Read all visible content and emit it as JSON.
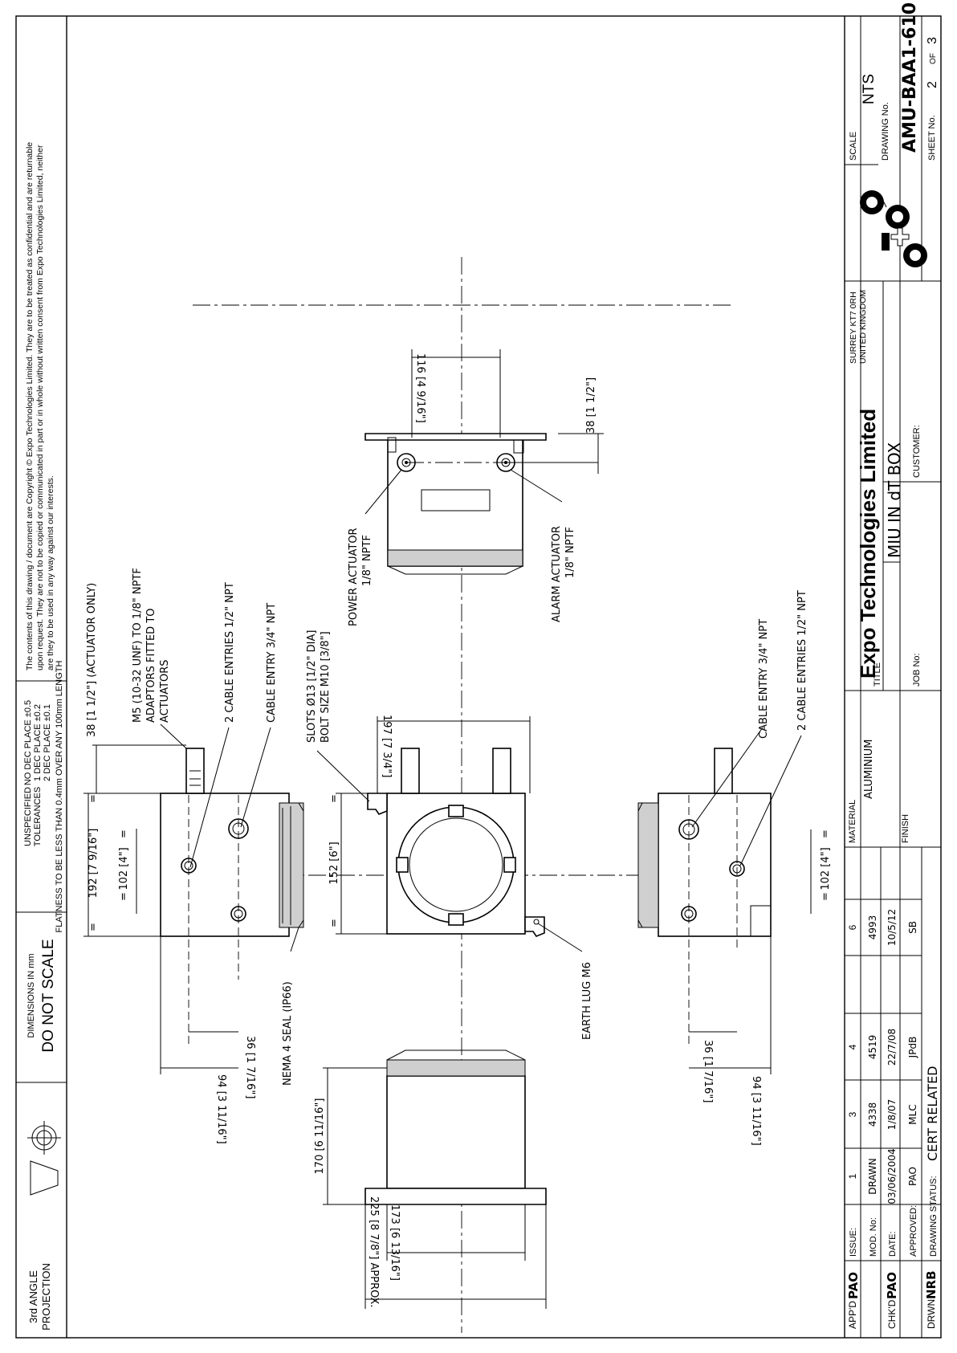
{
  "notes": {
    "projection": [
      "3rd ANGLE",
      "PROJECTION"
    ],
    "dimensions_unit": "DIMENSIONS IN mm",
    "do_not_scale": "DO NOT SCALE",
    "tol_unspecified": "UNSPECIFIED",
    "tol_tolerances": "TOLERANCES",
    "tol_rows": [
      "NO DEC PLACE ±0.5",
      "1 DEC PLACE ±0.2",
      "2 DEC PLACE ±0.1"
    ],
    "flatness": "FLATNESS TO BE LESS THAN 0.4mm OVER ANY 100mm LENGTH",
    "copyright_lines": [
      "The contents of this drawing / document are Copyright © Expo Technologies Limited.  They are to be treated as confidential and are returnable",
      "upon request.  They are not to be copied or communicated in part or in whole without written consent from Expo Technologies Limited, neither",
      "are they to be used in any way against our interests."
    ]
  },
  "annotations": {
    "dim_38_actuator": "38 [1 1/2\"]  (ACTUATOR ONLY)",
    "m5_adaptor": [
      "M5 (10-32 UNF) TO 1/8\" NPTF",
      "ADAPTORS FITTED TO",
      "ACTUATORS"
    ],
    "two_cable_entries_top": "2 CABLE ENTRIES 1/2\" NPT",
    "cable_entry_top": "CABLE ENTRY 3/4\" NPT",
    "slots": [
      "SLOTS Ø13 [1/2\" DIA]",
      "BOLT SIZE M10 [3/8\"]"
    ],
    "power_actuator": [
      "POWER ACTUATOR",
      "1/8\" NPTF"
    ],
    "alarm_actuator": [
      "ALARM ACTUATOR",
      "1/8\" NPTF"
    ],
    "cable_entry_bottom": "CABLE ENTRY 3/4\" NPT",
    "two_cable_entries_bottom": "2 CABLE ENTRIES 1/2\" NPT",
    "earth_lug": "EARTH LUG M6",
    "nema_seal": "NEMA 4 SEAL (IP66)",
    "dim_192": "192 [7 9/16\"]",
    "dim_102_top": "102 [4\"]",
    "dim_152": "152 [6\"]",
    "dim_197": "197 [7 3/4\"]",
    "dim_116": "116 [4 9/16\"]",
    "dim_38_side": "38 [1 1/2\"]",
    "dim_102_bottom": "102 [4\"]",
    "dim_36_top": "36 [1 7/16\"]",
    "dim_94_top": "94 [3 11/16\"]",
    "dim_36_bottom": "36 [1 7/16\"]",
    "dim_94_bottom": "94 [3 11/16\"]",
    "dim_170": "170 [6 11/16\"]",
    "dim_173": "173 [6 13/16\"]",
    "dim_225": "225 [8 7/8\"] APPROX.",
    "eq": "="
  },
  "title_block": {
    "company": "Expo Technologies Limited",
    "address": [
      "SURREY  KT7 0RH",
      "UNITED KINGDOM"
    ],
    "scale_label": "SCALE",
    "scale_value": "NTS",
    "drawing_no_label": "DRAWING No.",
    "drawing_no": "AMU-BAA1-610",
    "sheet_label": "SHEET No.",
    "sheet_no": "2",
    "sheet_of": "OF",
    "sheet_total": "3",
    "title_label": "TITLE",
    "title": "MIU IN dT BOX",
    "job_label": "JOB No:",
    "customer_label": "CUSTOMER:",
    "material_label": "MATERIAL",
    "material": "ALUMINIUM",
    "finish_label": "FINISH",
    "drawing_status_label": "DRAWING STATUS:",
    "drawing_status": "CERT RELATED",
    "row_labels": [
      "ISSUE:",
      "MOD. No:",
      "DATE:",
      "APPROVED:"
    ],
    "approvals": [
      {
        "role": "APP'D",
        "initials": "PAO"
      },
      {
        "role": "CHK'D",
        "initials": "PAO"
      },
      {
        "role": "DRWN",
        "initials": "NRB"
      }
    ],
    "issues": [
      {
        "issue": "1",
        "mod": "DRAWN",
        "date": "03/06/2004",
        "approved": "PAO"
      },
      {
        "issue": "3",
        "mod": "4338",
        "date": "1/8/07",
        "approved": "MLC"
      },
      {
        "issue": "4",
        "mod": "4519",
        "date": "22/7/08",
        "approved": "JPdB"
      },
      {
        "issue": "6",
        "mod": "4993",
        "date": "10/5/12",
        "approved": "SB"
      }
    ]
  }
}
